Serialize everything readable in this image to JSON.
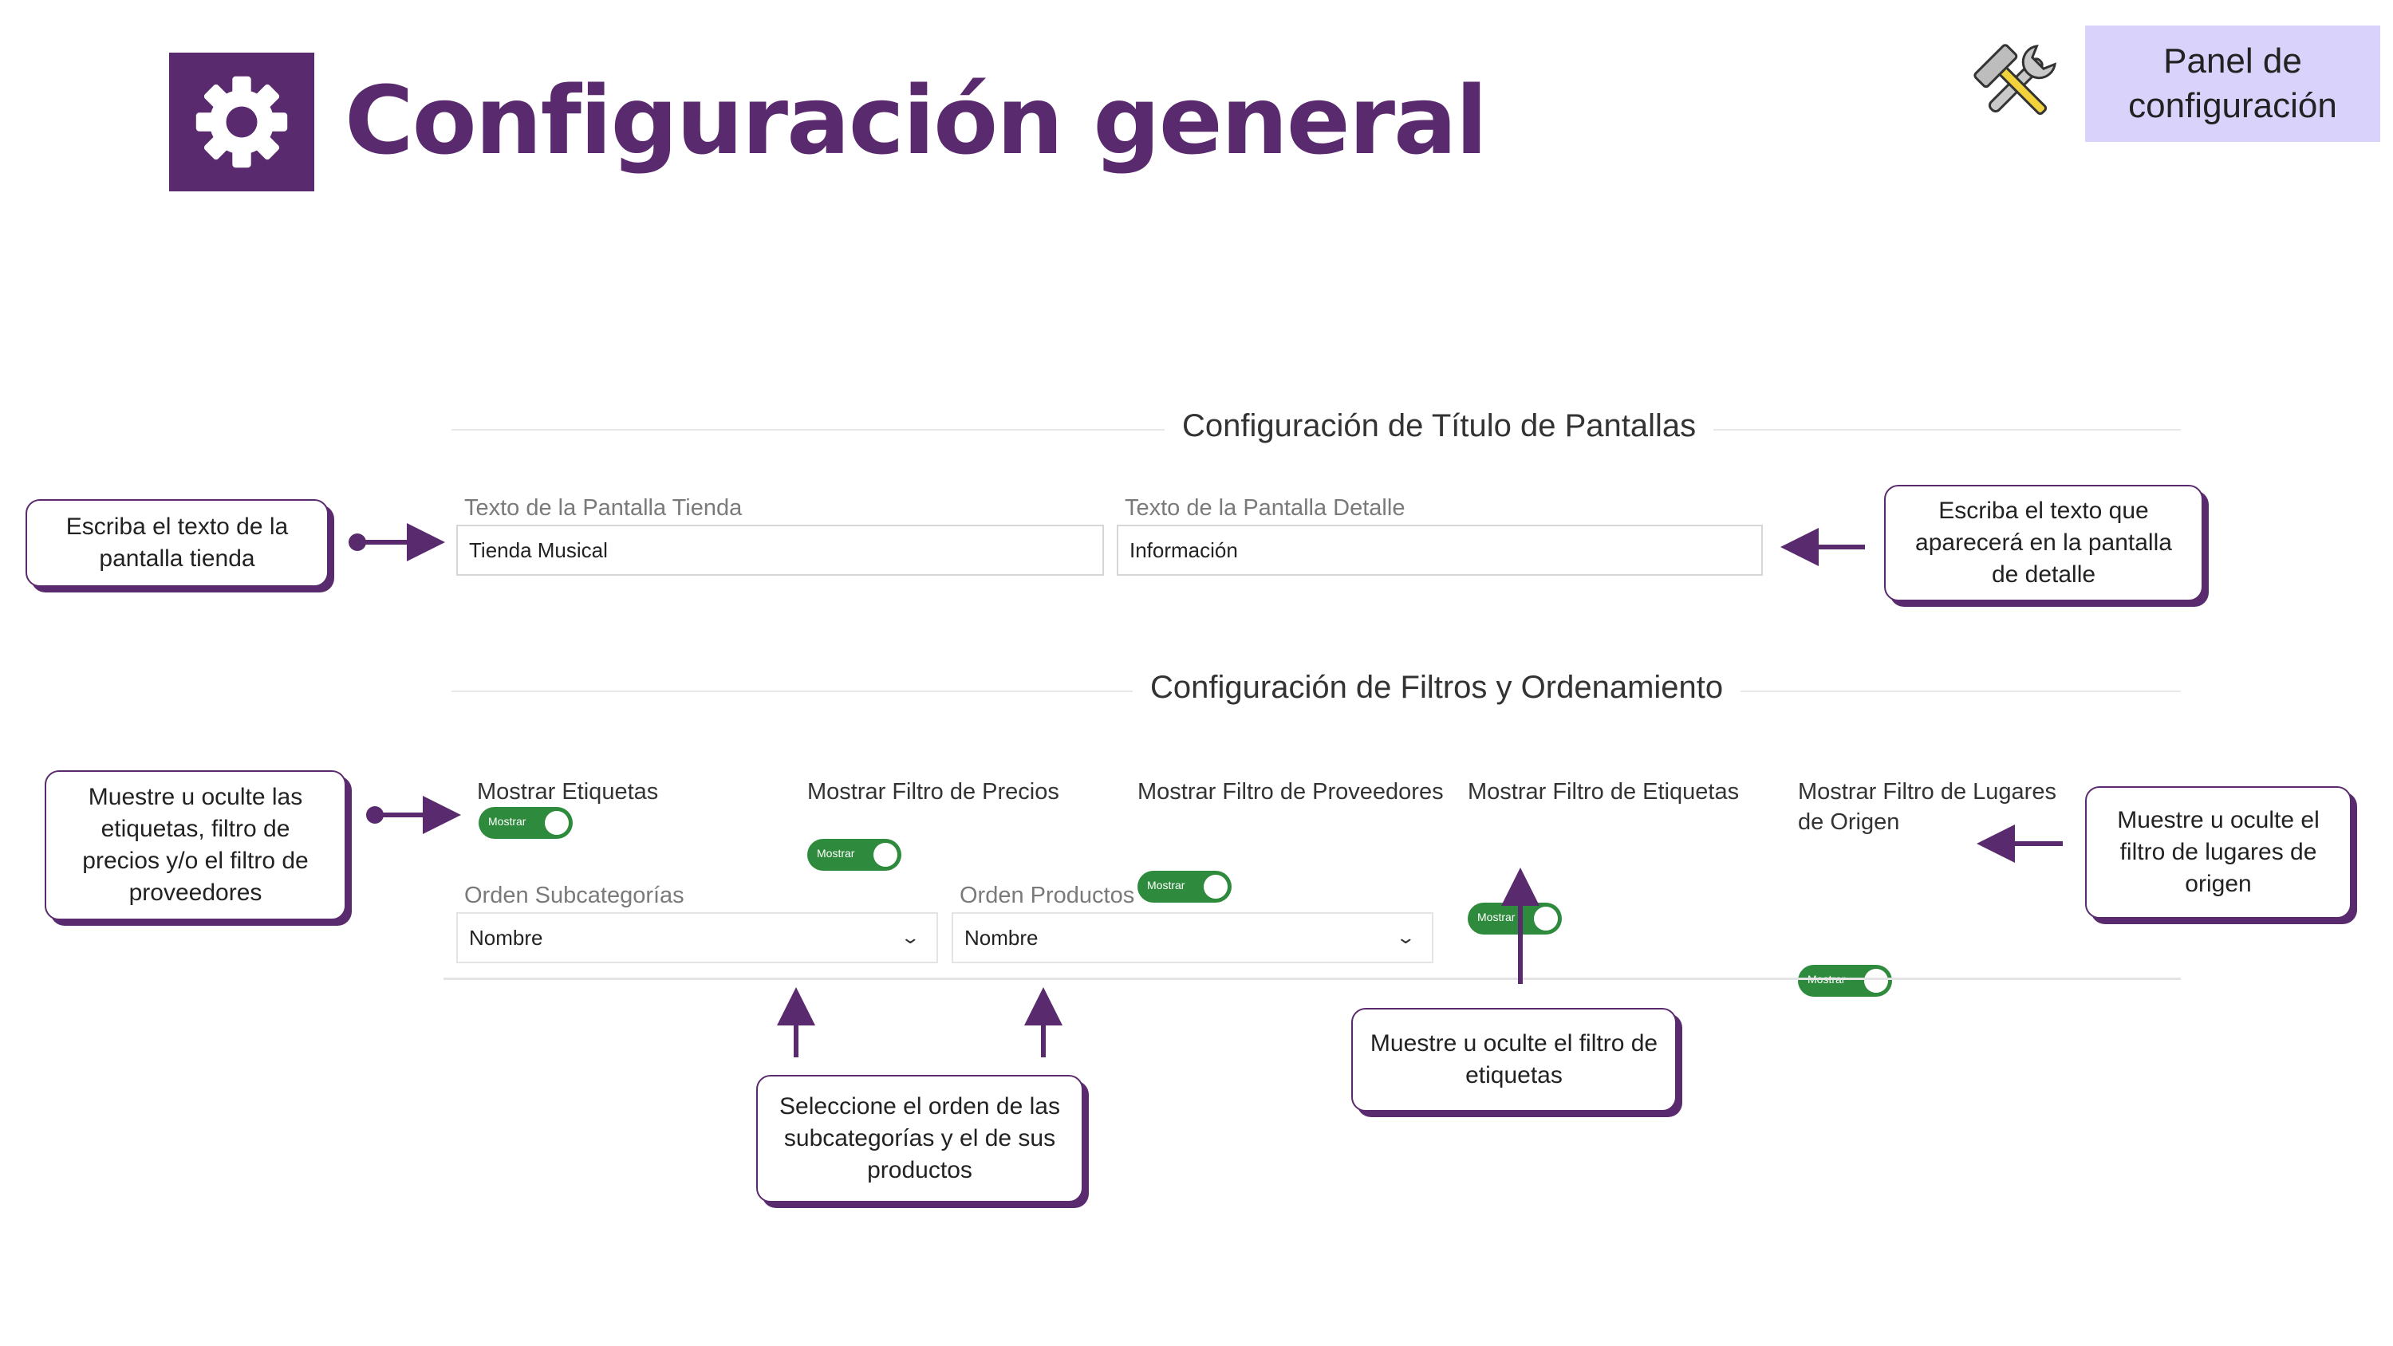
{
  "header": {
    "title": "Configuración general",
    "title_icon": "gear-icon",
    "tools_icon": "hammer-wrench-icon",
    "panel_badge_line1": "Panel de",
    "panel_badge_line2": "configuración"
  },
  "colors": {
    "brand": "#5a2a6e",
    "badge_bg": "#d9d2fb",
    "toggle_on": "#2e8a3c"
  },
  "titles_section": {
    "heading": "Configuración de Título de Pantallas",
    "store_screen_label": "Texto de la Pantalla Tienda",
    "store_screen_value": "Tienda Musical",
    "detail_screen_label": "Texto de la Pantalla Detalle",
    "detail_screen_value": "Información"
  },
  "filters_section": {
    "heading": "Configuración de Filtros y Ordenamiento",
    "switches": [
      {
        "label": "Mostrar Etiquetas",
        "state": "Mostrar",
        "on": true
      },
      {
        "label": "Mostrar Filtro de Precios",
        "state": "Mostrar",
        "on": true
      },
      {
        "label": "Mostrar Filtro de Proveedores",
        "state": "Mostrar",
        "on": true
      },
      {
        "label": "Mostrar Filtro de Etiquetas",
        "state": "Mostrar",
        "on": true
      },
      {
        "label": "Mostrar Filtro de Lugares de Origen",
        "state": "Mostrar",
        "on": true
      }
    ],
    "subcategory_order_label": "Orden Subcategorías",
    "subcategory_order_value": "Nombre",
    "product_order_label": "Orden Productos",
    "product_order_value": "Nombre"
  },
  "callouts": {
    "store_text": "Escriba el texto de la pantalla tienda",
    "detail_text": "Escriba el texto que aparecerá en la pantalla de detalle",
    "show_filters": "Muestre u oculte las etiquetas, filtro de precios y/o el filtro de proveedores",
    "origin_filter": "Muestre u oculte el filtro de lugares de origen",
    "tag_filter": "Muestre u oculte el filtro de etiquetas",
    "order_select": "Seleccione el orden de las subcategorías y el de sus productos"
  }
}
